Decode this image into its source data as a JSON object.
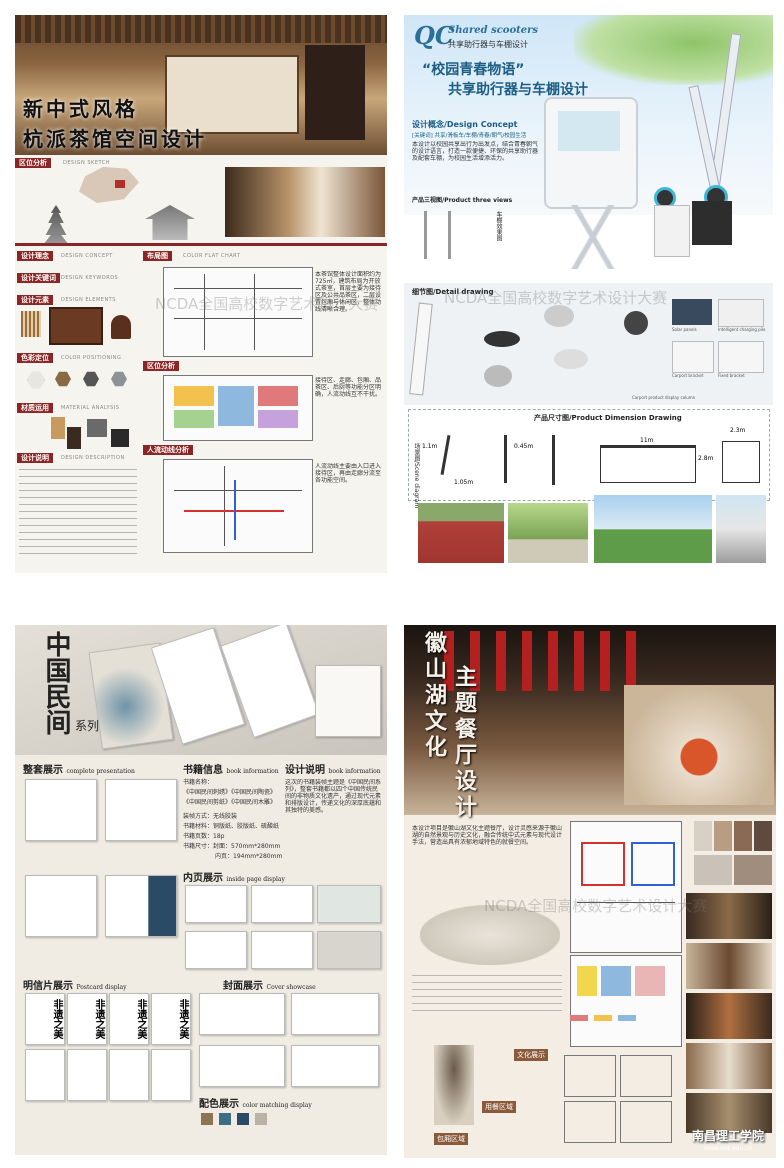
{
  "panel1": {
    "title_line1": "新中式风格",
    "title_line2": "杭派茶馆空间设计",
    "sections": {
      "site_analysis": "区位分析",
      "site_analysis_en": "DESIGN SKETCH",
      "design_concept": "设计理念",
      "design_concept_en": "DESIGN CONCEPT",
      "design_keywords": "设计关键词",
      "design_keywords_en": "DESIGN KEYWORDS",
      "design_elements": "设计元素",
      "design_elements_en": "DESIGN ELEMENTS",
      "color_position": "色彩定位",
      "color_position_en": "COLOR POSITIONING",
      "material": "材质运用",
      "material_en": "MATERIAL ANALYSIS",
      "description": "设计说明",
      "description_en": "DESIGN DESCRIPTION",
      "floor_plan": "布局图",
      "floor_plan_en": "COLOR FLAT CHART",
      "zoning": "区位分析",
      "circulation": "人流动线分析"
    },
    "palette": [
      "#e8e6e1",
      "#8a6a45",
      "#555555",
      "#8c9298"
    ],
    "materials": [
      "#c79a5f",
      "#3b2a1f",
      "#6a6a6a",
      "#2a2a2a"
    ],
    "text_plan": "本茶馆整体设计面积约为725㎡，建筑布局为开放式茶室，首层主要为接待区及公共品茶区，二层设置包厢与休闲区，整体动线清晰合理。",
    "text_zoning": "接待区、走廊、包厢、品茶区、后厨等功能分区明确，人流动线互不干扰。",
    "text_circ": "人流动线主要由入口进入接待区，再由走廊分流至各功能空间。"
  },
  "panel2": {
    "logo": "QC",
    "brand": "Shared scooters",
    "brand_sub": "共享助行器与车棚设计",
    "title_line1": "“校园青春物语”",
    "title_line2": "共享助行器与车棚设计",
    "concept_title": "设计概念/Design Concept",
    "concept_keywords": "[关键词] 共享/滑板车/车棚/青春/朝气/校园生活",
    "concept_text": "本设计以校园共享出行为出发点，结合青春朝气的设计语言，打造一款便捷、环保的共享助行器及配套车棚，为校园生活增添活力。",
    "three_views": "产品三视图/Product three views",
    "effect_label": "车棚效果图",
    "detail_title": "细节图/Detail drawing",
    "dimension_title": "产品尺寸图/Product Dimension Drawing",
    "dims": [
      "1.1m",
      "1.05m",
      "0.45m",
      "11m",
      "2.3m",
      "2.8m"
    ],
    "scene_label": "场景图/Scene diagram",
    "detail_labels": [
      "Solar panels",
      "Intelligent charging pile",
      "Carport bracket",
      "Fixed bracket",
      "Carport product display column"
    ]
  },
  "panel3": {
    "title_vertical": "中国民间",
    "series": "系列",
    "sections": {
      "complete": "整套展示",
      "complete_en": "complete presentation",
      "book_info": "书籍信息",
      "book_info_en": "book information",
      "design_note": "设计说明",
      "design_note_en": "book information",
      "inner_pages": "内页展示",
      "inner_pages_en": "inside page display",
      "postcards": "明信片展示",
      "postcards_en": "Postcard display",
      "covers": "封面展示",
      "covers_en": "Cover showcase",
      "colors": "配色展示",
      "colors_en": "color matching display"
    },
    "book_info_lines": [
      "书籍名称：",
      "《中国民间刺绣》《中国民间陶瓷》",
      "《中国民间剪纸》《中国民间木雕》",
      "装帧方式：无线胶装",
      "书籍材料：铜版纸、胶版纸、硫酸纸",
      "书籍页数：18p",
      "书籍尺寸：封面：570mm*280mm",
      "内页：194mm*280mm"
    ],
    "design_text": "这次的书籍装帧主题是《中国民间系列》，整套书籍都以四个中国传统民间的非物质文化遗产，通过现代元素和排版设计，传递文化的深厚底蕴和其独特的美感。",
    "postcard_text": "非遗之美",
    "color_swatches": [
      "#8c7553",
      "#3c6e85",
      "#2b4a66",
      "#b9b3a6"
    ]
  },
  "panel4": {
    "title_main": "徽山湖文化",
    "title_sub": "主题餐厅设计",
    "intro": "本设计项目是徽山湖文化主题餐厅，设计灵感来源于徽山湖的自然景观与历史文化，融合传统中式元素与现代设计手法，营造出具有浓郁地域特色的就餐空间。",
    "labels": [
      "文化展示",
      "用餐区域",
      "包厢区域"
    ],
    "palette": [
      "#d8cfc5",
      "#b89c84",
      "#8a6a55",
      "#5e4a3e",
      "#c9c2b8",
      "#a18d7d"
    ],
    "footer": "南昌理工学院",
    "footer_small": "www.nut.edu.cn"
  },
  "watermark": "NCDA全国高校数字艺术设计大赛"
}
